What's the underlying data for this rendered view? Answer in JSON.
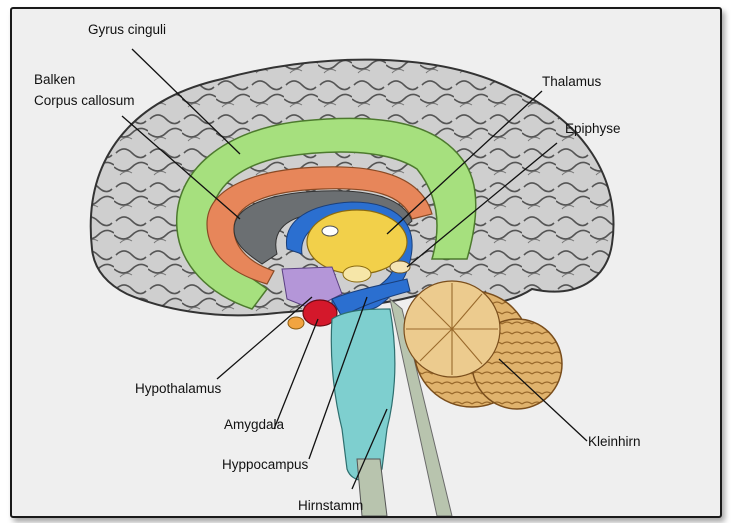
{
  "labels": {
    "gyrus_cinguli": "Gyrus cinguli",
    "balken": "Balken",
    "corpus_callosum": "Corpus callosum",
    "thalamus": "Thalamus",
    "epiphyse": "Epiphyse",
    "hypothalamus": "Hypothalamus",
    "amygdala": "Amygdala",
    "hyppocampus": "Hyppocampus",
    "hirnstamm": "Hirnstamm",
    "kleinhirn": "Kleinhirn"
  },
  "colors": {
    "cortex": "#c9c9c9",
    "gyrus_cinguli": "#a6e07e",
    "corpus_callosum": "#e7865a",
    "ventricle": "#6b6f72",
    "thalamus": "#f2d04a",
    "fornix": "#2b6fd0",
    "hypothalamus": "#b496d8",
    "amygdala": "#d4182b",
    "brainstem": "#7ecfcf",
    "cerebellum": "#d9a760"
  }
}
